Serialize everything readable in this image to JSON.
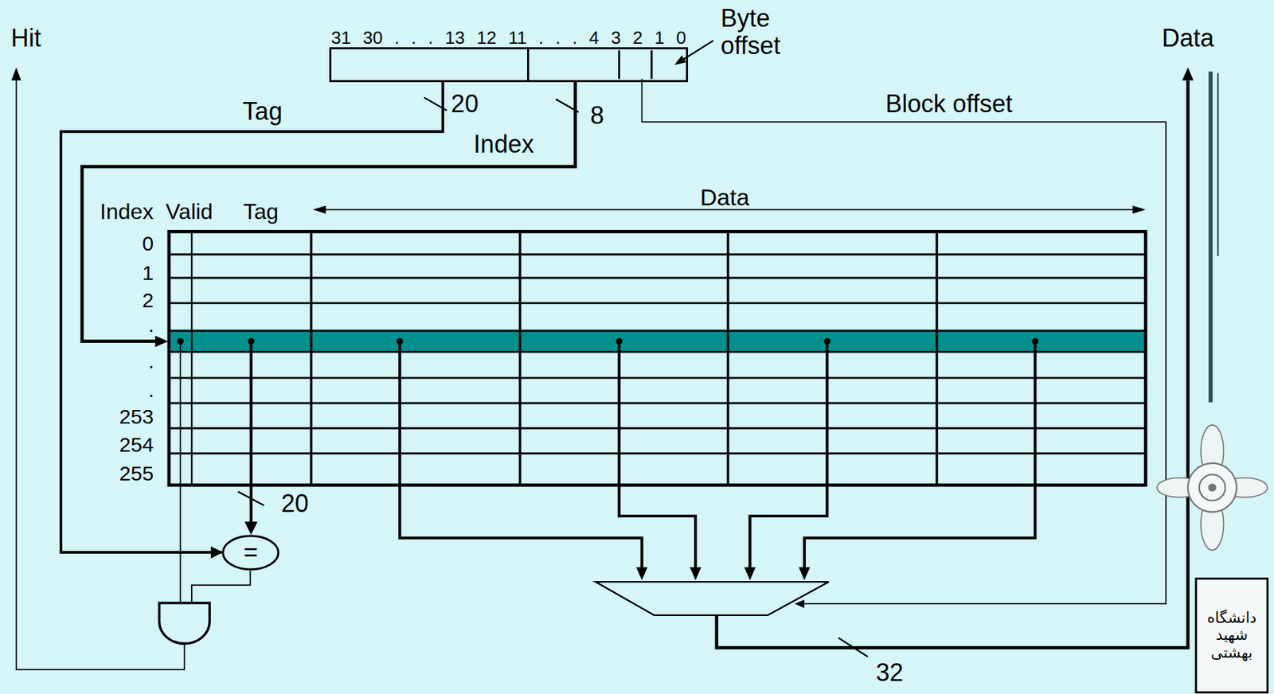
{
  "diagram": {
    "nodes": [
      {
        "text": [
          "31 30 . . . 13 12 11 . . . 4 3 2 1 0"
        ]
      },
      {
        "text": [
          "="
        ]
      }
    ],
    "edges": [
      {
        "from": 0,
        "to": 1,
        "label": "Tag",
        "arrow": "to"
      }
    ],
    "labels": [
      "Hit",
      "Byte offset",
      "Data",
      "20",
      "8",
      "Block offset",
      "Index",
      "Index",
      "Valid",
      "Tag",
      "Data",
      "0",
      "1",
      "2",
      ".",
      ".",
      ".",
      "253",
      "254",
      "255",
      "20",
      "32",
      "دانشگاه شهید بهشتی"
    ]
  }
}
